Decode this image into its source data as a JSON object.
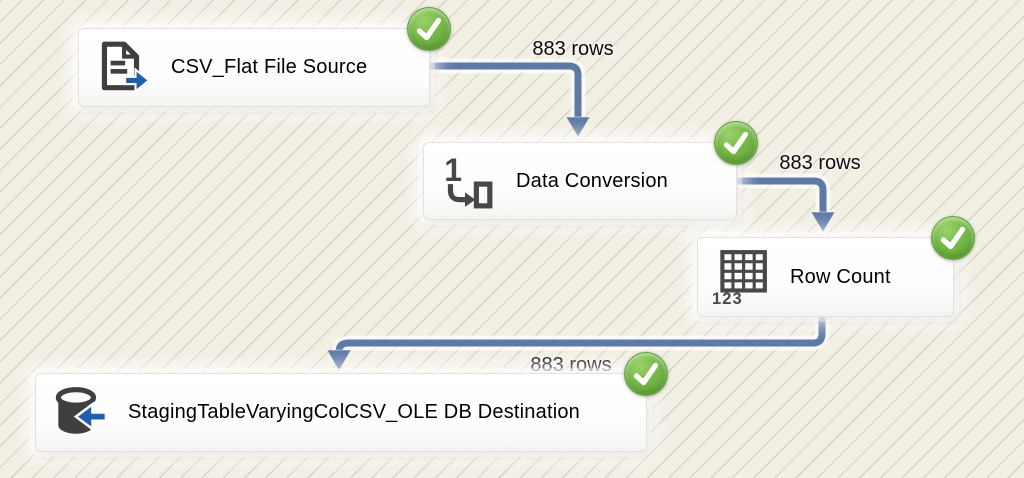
{
  "diagram": {
    "type": "data-flow",
    "nodes": [
      {
        "label": "CSV_Flat File Source",
        "icon": "flat-file-source-icon",
        "status": "success"
      },
      {
        "label": "Data Conversion",
        "icon": "data-conversion-icon",
        "status": "success"
      },
      {
        "label": "Row Count",
        "icon": "row-count-icon",
        "status": "success"
      },
      {
        "label": "StagingTableVaryingColCSV_OLE DB Destination",
        "icon": "ole-db-destination-icon",
        "status": "success"
      }
    ],
    "connectors": [
      {
        "from": "CSV_Flat File Source",
        "to": "Data Conversion",
        "label": "883 rows"
      },
      {
        "from": "Data Conversion",
        "to": "Row Count",
        "label": "883 rows"
      },
      {
        "from": "Row Count",
        "to": "StagingTableVaryingColCSV_OLE DB Destination",
        "label": "883 rows"
      }
    ],
    "icons": {
      "row_count_digits": "123",
      "data_conversion_digit": "1"
    },
    "colors": {
      "background": "#f2efe4",
      "stripe": "#d9d5ca",
      "connector": "#5d79a5",
      "status_green": "#74b747",
      "icon_dark": "#3f3f3f",
      "icon_blue": "#1e5fb0",
      "node_background": "#ffffff",
      "text": "#000000"
    }
  }
}
